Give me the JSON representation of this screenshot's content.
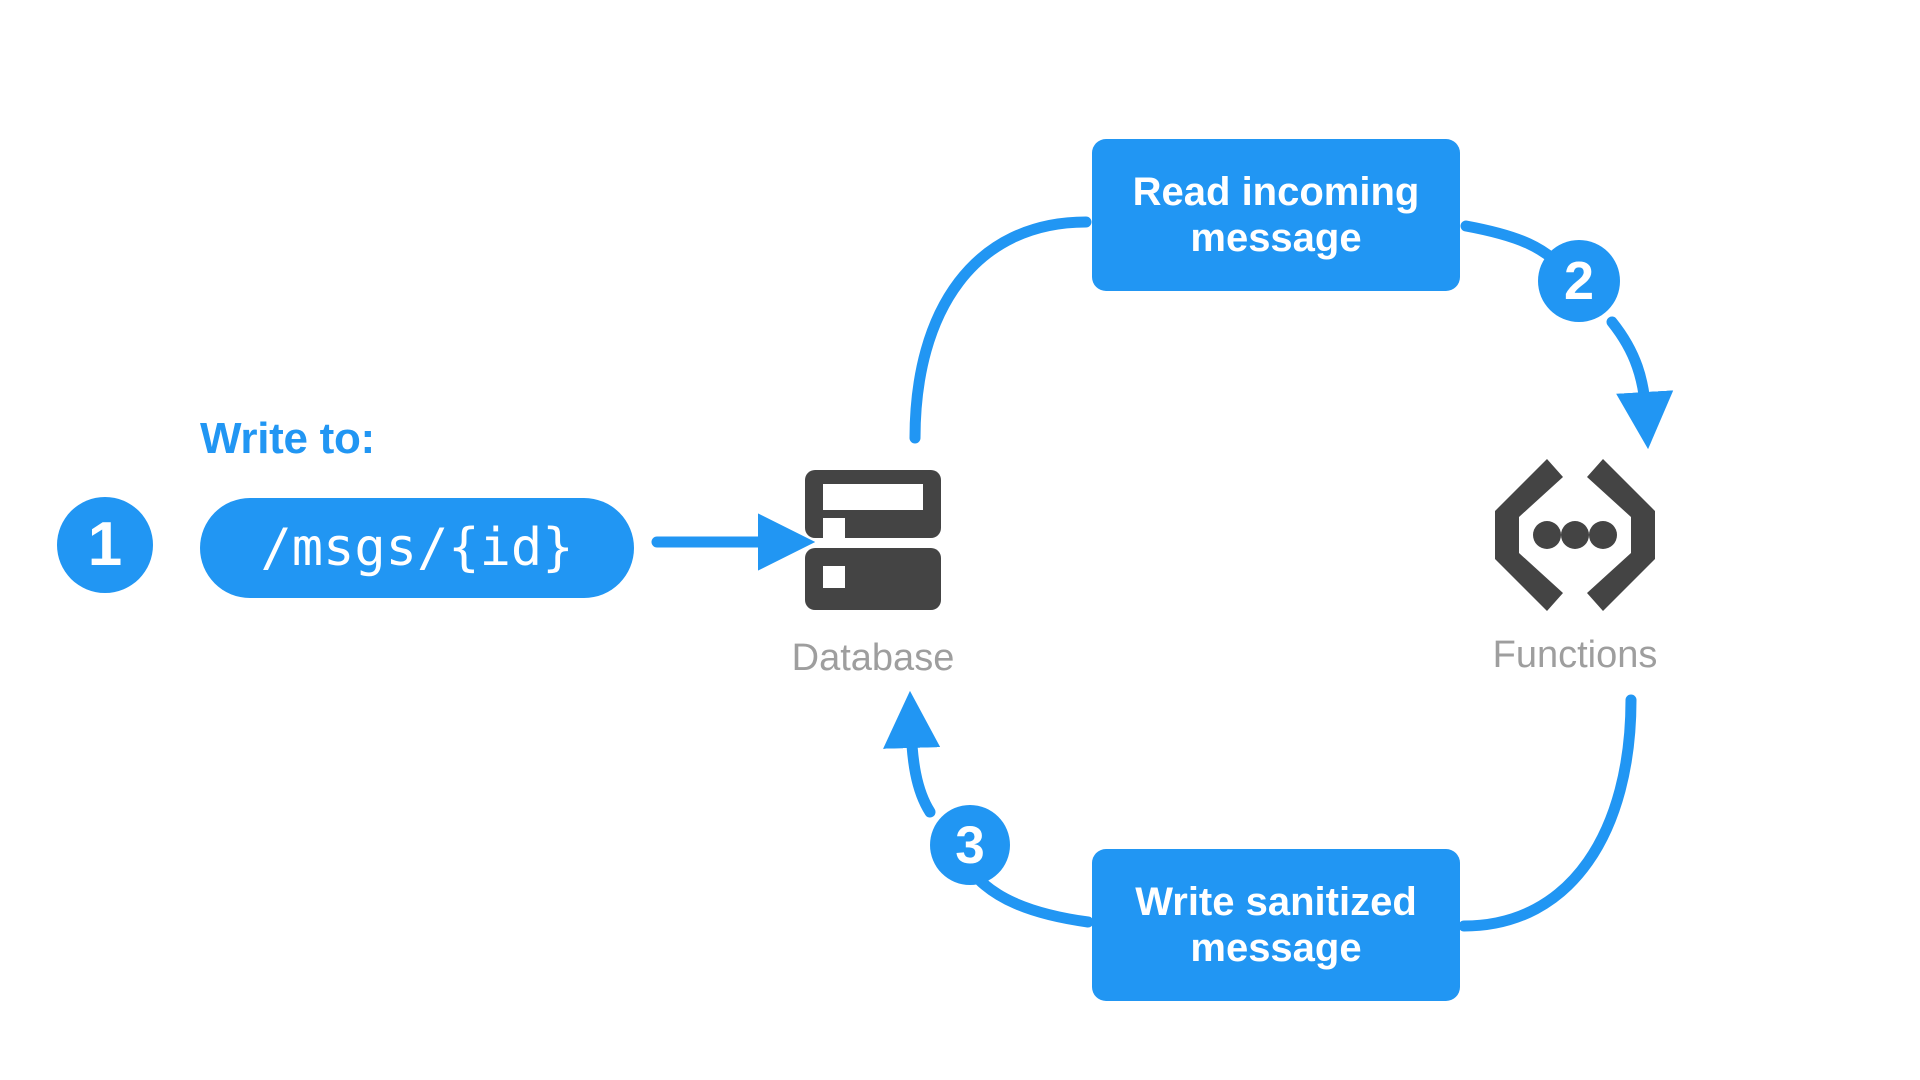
{
  "diagram": {
    "title": "Firebase database + functions message sanitization flow",
    "background_color": "#ffffff",
    "accent_color": "#2196f3",
    "icon_color": "#444444",
    "label_color": "#9e9e9e"
  },
  "step1": {
    "badge": "1",
    "caption": "Write to:",
    "path_value": "/msgs/{id}"
  },
  "step2": {
    "badge": "2",
    "box_line1": "Read incoming",
    "box_line2": "message"
  },
  "step3": {
    "badge": "3",
    "box_line1": "Write sanitized",
    "box_line2": "message"
  },
  "nodes": {
    "database": {
      "label": "Database",
      "icon": "database-icon"
    },
    "functions": {
      "label": "Functions",
      "icon": "functions-braces-icon"
    }
  },
  "connectors": [
    {
      "name": "write-arrow",
      "from": "path-pill",
      "to": "database",
      "style": "straight-arrow"
    },
    {
      "name": "read-curve",
      "from": "database",
      "to": "read-incoming-message",
      "style": "curve"
    },
    {
      "name": "to-functions-curve",
      "from": "read-incoming-message",
      "to": "functions",
      "style": "curve-arrow"
    },
    {
      "name": "from-functions-curve",
      "from": "functions",
      "to": "write-sanitized-message",
      "style": "curve"
    },
    {
      "name": "back-to-database-curve",
      "from": "write-sanitized-message",
      "to": "database",
      "style": "curve-arrow"
    }
  ]
}
